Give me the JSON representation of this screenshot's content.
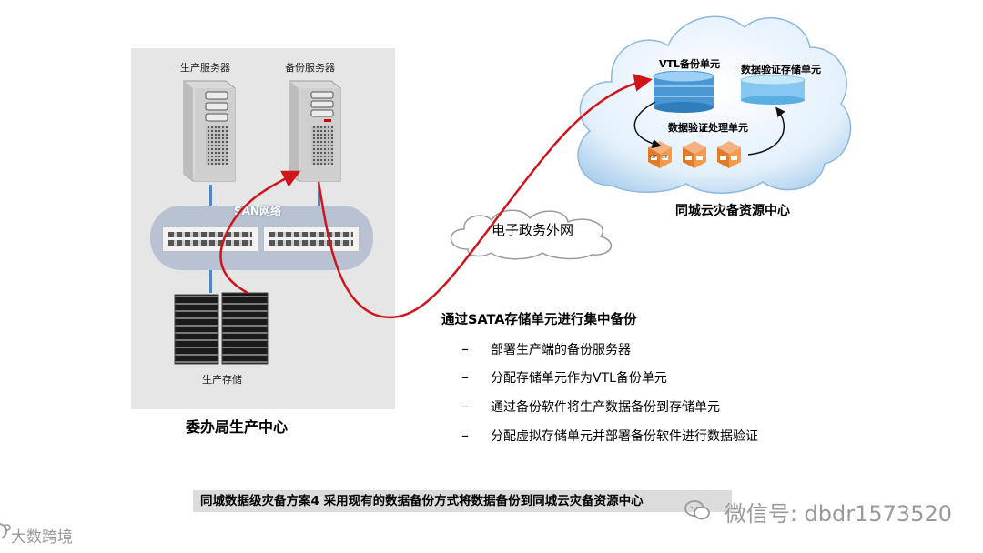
{
  "prod_center": {
    "title": "委办局生产中心",
    "prod_server_label": "生产服务器",
    "backup_server_label": "备份服务器",
    "san_label": "SAN网络",
    "storage_label": "生产存储"
  },
  "network": {
    "label": "电子政务外网"
  },
  "cloud_center": {
    "title": "同城云灾备资源中心",
    "vtl_label": "VTL备份单元",
    "verify_storage_label": "数据验证存储单元",
    "verify_process_label": "数据验证处理单元",
    "vm_labels": [
      "APP",
      "OS"
    ]
  },
  "description": {
    "heading": "通过SATA存储单元进行集中备份",
    "bullet_marker": "–",
    "bullets": [
      "部署生产端的备份服务器",
      "分配存储单元作为VTL备份单元",
      "通过备份软件将生产数据备份到存储单元",
      "分配虚拟存储单元并部署备份软件进行数据验证"
    ]
  },
  "caption": "同城数据级灾备方案4  采用现有的数据备份方式将数据备份到同城云灾备资源中心",
  "watermark": "微信号: dbdr1573520",
  "brand": "大数跨境",
  "colors": {
    "arrow": "#d0141a",
    "cloud_fill": "#dcebfa",
    "panel": "#e6e6e6",
    "san_band": "#b9c2d3",
    "disk": "#5aa6dc"
  }
}
